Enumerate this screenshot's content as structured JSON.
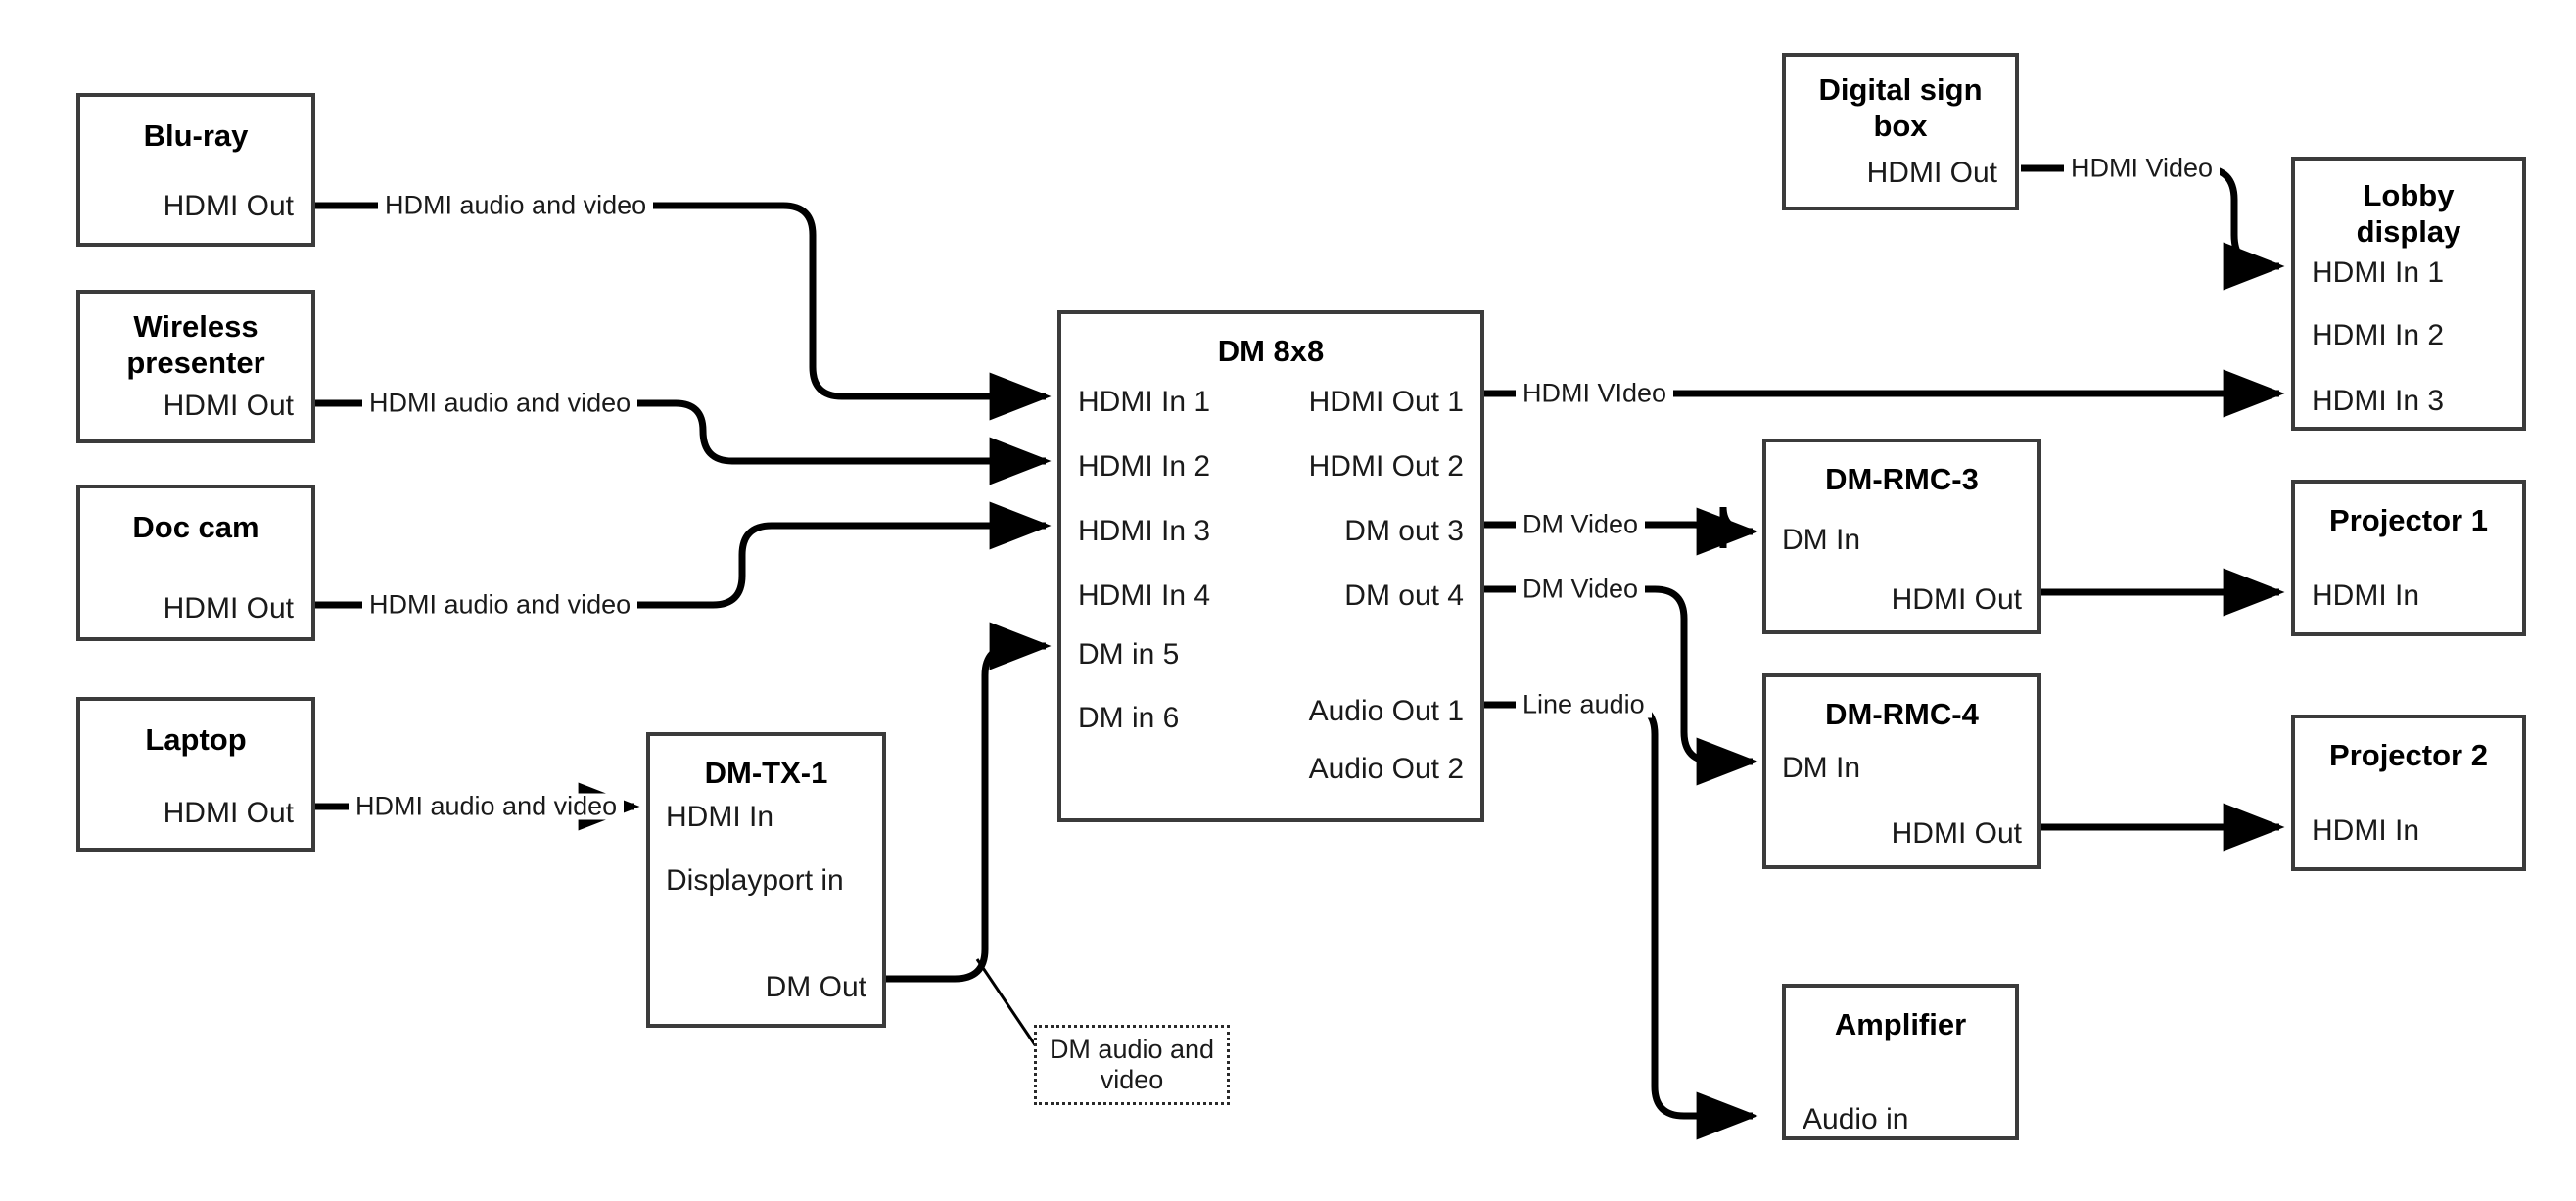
{
  "diagram": {
    "title": "AV signal flow diagram",
    "stroke_color": "#3b3b3b",
    "wire_color": "#000000",
    "background": "#ffffff"
  },
  "nodes": [
    {
      "id": "bluray",
      "title": "Blu-ray",
      "ports": [
        {
          "label": "HDMI Out",
          "align": "right"
        }
      ]
    },
    {
      "id": "wireless-presenter",
      "title": "Wireless presenter",
      "ports": [
        {
          "label": "HDMI Out",
          "align": "right"
        }
      ]
    },
    {
      "id": "doc-cam",
      "title": "Doc cam",
      "ports": [
        {
          "label": "HDMI Out",
          "align": "right"
        }
      ]
    },
    {
      "id": "laptop",
      "title": "Laptop",
      "ports": [
        {
          "label": "HDMI Out",
          "align": "right"
        }
      ]
    },
    {
      "id": "dm-tx-1",
      "title": "DM-TX-1",
      "ports": [
        {
          "label": "HDMI In",
          "align": "left"
        },
        {
          "label": "Displayport in",
          "align": "left"
        },
        {
          "label": "DM Out",
          "align": "right"
        }
      ]
    },
    {
      "id": "dm-8x8",
      "title": "DM 8x8",
      "ports": [
        {
          "label": "HDMI In 1",
          "align": "left"
        },
        {
          "label": "HDMI In 2",
          "align": "left"
        },
        {
          "label": "HDMI In 3",
          "align": "left"
        },
        {
          "label": "HDMI In 4",
          "align": "left"
        },
        {
          "label": "DM in 5",
          "align": "left"
        },
        {
          "label": "DM in 6",
          "align": "left"
        },
        {
          "label": "HDMI Out 1",
          "align": "right"
        },
        {
          "label": "HDMI Out 2",
          "align": "right"
        },
        {
          "label": "DM out 3",
          "align": "right"
        },
        {
          "label": "DM out 4",
          "align": "right"
        },
        {
          "label": "Audio Out 1",
          "align": "right"
        },
        {
          "label": "Audio Out 2",
          "align": "right"
        }
      ]
    },
    {
      "id": "digital-sign-box",
      "title": "Digital sign box",
      "ports": [
        {
          "label": "HDMI Out",
          "align": "right"
        }
      ]
    },
    {
      "id": "lobby-display",
      "title": "Lobby display",
      "ports": [
        {
          "label": "HDMI In 1",
          "align": "left"
        },
        {
          "label": "HDMI In 2",
          "align": "left"
        },
        {
          "label": "HDMI In 3",
          "align": "left"
        }
      ]
    },
    {
      "id": "dm-rmc-3",
      "title": "DM-RMC-3",
      "ports": [
        {
          "label": "DM In",
          "align": "left"
        },
        {
          "label": "HDMI Out",
          "align": "right"
        }
      ]
    },
    {
      "id": "dm-rmc-4",
      "title": "DM-RMC-4",
      "ports": [
        {
          "label": "DM In",
          "align": "left"
        },
        {
          "label": "HDMI Out",
          "align": "right"
        }
      ]
    },
    {
      "id": "projector-1",
      "title": "Projector 1",
      "ports": [
        {
          "label": "HDMI In",
          "align": "left"
        }
      ]
    },
    {
      "id": "projector-2",
      "title": "Projector 2",
      "ports": [
        {
          "label": "HDMI In",
          "align": "left"
        }
      ]
    },
    {
      "id": "amplifier",
      "title": "Amplifier",
      "ports": [
        {
          "label": "Audio in",
          "align": "left"
        }
      ]
    }
  ],
  "connections": [
    {
      "id": "bluray-to-dm-in1",
      "label": "HDMI audio and video",
      "from": "Blu-ray HDMI Out",
      "to": "DM 8x8 HDMI In 1"
    },
    {
      "id": "wireless-to-dm-in2",
      "label": "HDMI audio and video",
      "from": "Wireless presenter HDMI Out",
      "to": "DM 8x8 HDMI In 2"
    },
    {
      "id": "doccam-to-dm-in3",
      "label": "HDMI audio and video",
      "from": "Doc cam HDMI Out",
      "to": "DM 8x8 HDMI In 3"
    },
    {
      "id": "laptop-to-tx-hdmi-in",
      "label": "HDMI audio and video",
      "from": "Laptop HDMI Out",
      "to": "DM-TX-1 HDMI In"
    },
    {
      "id": "tx-dmout-to-dm-in5",
      "label": "DM audio and video",
      "from": "DM-TX-1 DM Out",
      "to": "DM 8x8 DM in 5"
    },
    {
      "id": "dm-hdmiout1-to-lobby3",
      "label": "HDMI VIdeo",
      "from": "DM 8x8 HDMI Out 1",
      "to": "Lobby display HDMI In 3"
    },
    {
      "id": "dm-dmout3-to-rmc3",
      "label": "DM Video",
      "from": "DM 8x8 DM out 3",
      "to": "DM-RMC-3 DM In"
    },
    {
      "id": "dm-dmout4-to-rmc4",
      "label": "DM Video",
      "from": "DM 8x8 DM out 4",
      "to": "DM-RMC-4 DM In"
    },
    {
      "id": "dm-audioout1-to-amp",
      "label": "Line audio",
      "from": "DM 8x8 Audio Out 1",
      "to": "Amplifier Audio in"
    },
    {
      "id": "sign-to-lobby-in1",
      "label": "HDMI Video",
      "from": "Digital sign box HDMI Out",
      "to": "Lobby display HDMI In 1"
    },
    {
      "id": "rmc3-to-projector1",
      "label": "",
      "from": "DM-RMC-3 HDMI Out",
      "to": "Projector 1 HDMI In"
    },
    {
      "id": "rmc4-to-projector2",
      "label": "",
      "from": "DM-RMC-4 HDMI Out",
      "to": "Projector 2 HDMI In"
    }
  ],
  "notes": [
    {
      "id": "dm-audio-video-note",
      "text": "DM audio and video"
    }
  ],
  "wire_labels": {
    "bluray": "HDMI audio and video",
    "wireless": "HDMI audio and video",
    "doccam": "HDMI audio and video",
    "laptop": "HDMI audio and video",
    "hdmi_video_out1": "HDMI VIdeo",
    "dm_video_3": "DM Video",
    "dm_video_4": "DM Video",
    "line_audio": "Line audio",
    "sign_hdmi_video": "HDMI Video"
  }
}
